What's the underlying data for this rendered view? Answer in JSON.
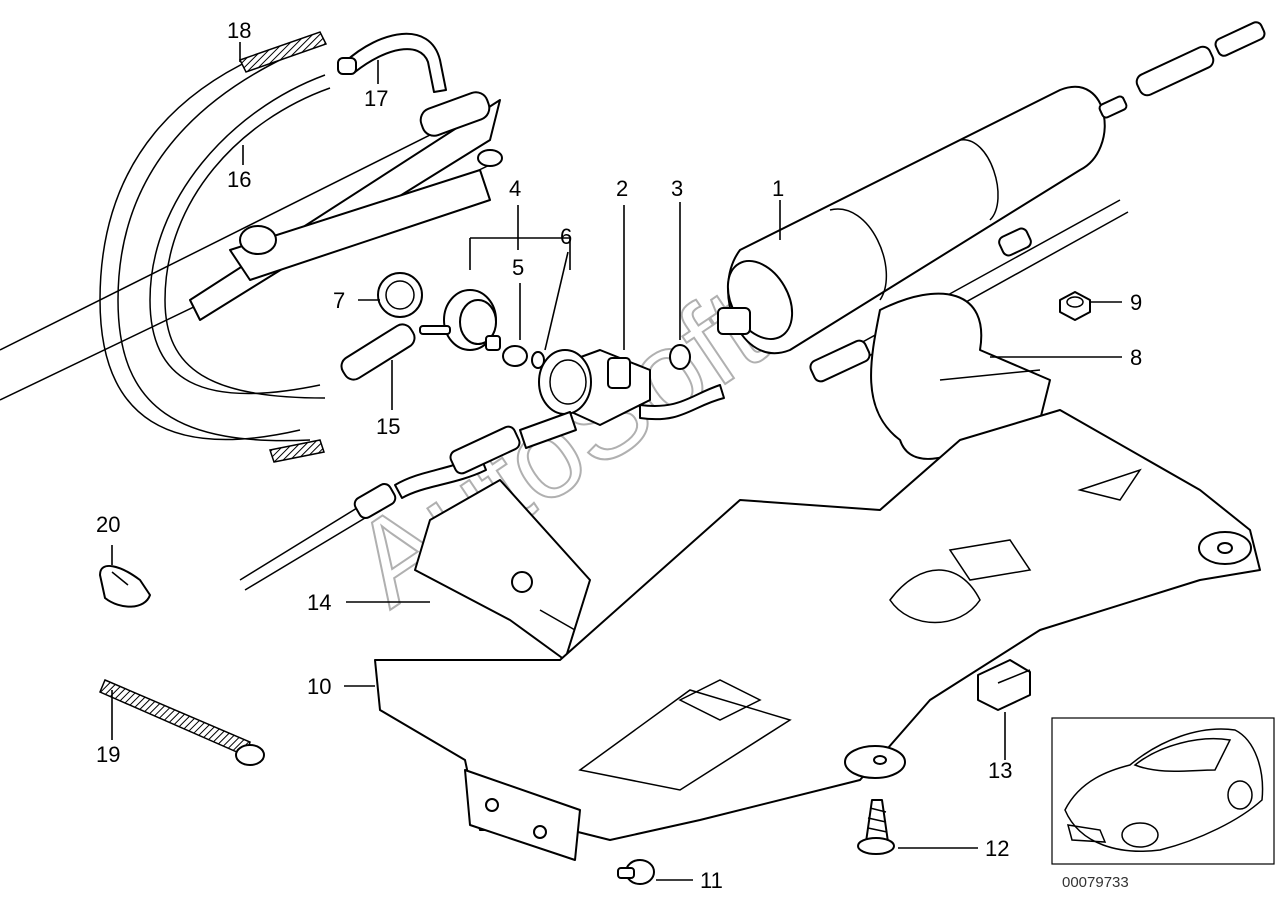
{
  "watermark": "AutoSoft",
  "reference_code": "00079733",
  "callouts": {
    "c1": "1",
    "c2": "2",
    "c3": "3",
    "c4": "4",
    "c5": "5",
    "c6": "6",
    "c7": "7",
    "c8": "8",
    "c9": "9",
    "c10": "10",
    "c11": "11",
    "c12": "12",
    "c13": "13",
    "c14": "14",
    "c15": "15",
    "c16": "16",
    "c17": "17",
    "c18": "18",
    "c19": "19",
    "c20": "20"
  }
}
